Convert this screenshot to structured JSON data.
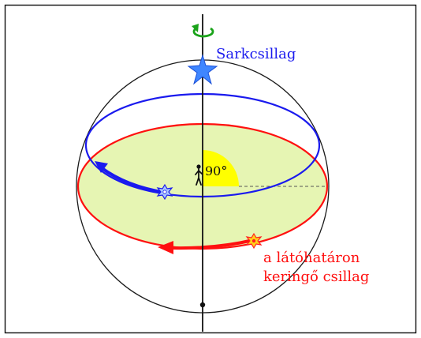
{
  "labels": {
    "pole_star": "Sarkcsillag",
    "angle": "90°",
    "horizon_star_line1": "a látóhatáron",
    "horizon_star_line2": "keringő csillag"
  },
  "colors": {
    "frame": "#111111",
    "sphere_outline": "#1a1a1a",
    "axis": "#111111",
    "horizon_fill": "#e6f5b3",
    "horizon_circle": "#ff1010",
    "pole_circle": "#1a1aee",
    "pole_star": "#3f86ff",
    "horizon_star": "#ffd21a",
    "horizon_star_outline": "#ff2020",
    "angle_fill": "#ffff00",
    "rotation_arrow": "#1aa31a",
    "label_pole": "#1a1aee",
    "label_horizon": "#ff1010",
    "dashed_line": "#555555"
  },
  "icons": {
    "rotation": "curved-rotation-arrow-icon",
    "pole_star": "star-icon",
    "horizon_star": "star-icon",
    "observer": "person-icon"
  }
}
